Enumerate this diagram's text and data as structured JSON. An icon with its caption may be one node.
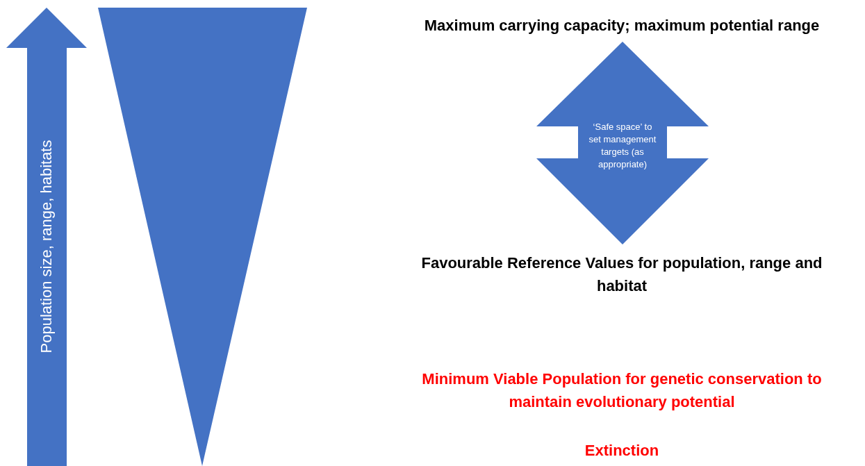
{
  "diagram": {
    "nodes": [
      {
        "text": [
          "Population size, range, habitats"
        ]
      },
      {
        "text": [],
        "shape": "triangle"
      },
      {
        "text": [
          "‘Safe space’ to set management targets (as appropriate)"
        ]
      }
    ],
    "labels": [
      "Maximum carrying capacity; maximum potential range",
      "Favourable Reference Values for population, range and habitat",
      "Minimum Viable Population for genetic conservation to maintain evolutionary potential",
      "Extinction"
    ]
  }
}
